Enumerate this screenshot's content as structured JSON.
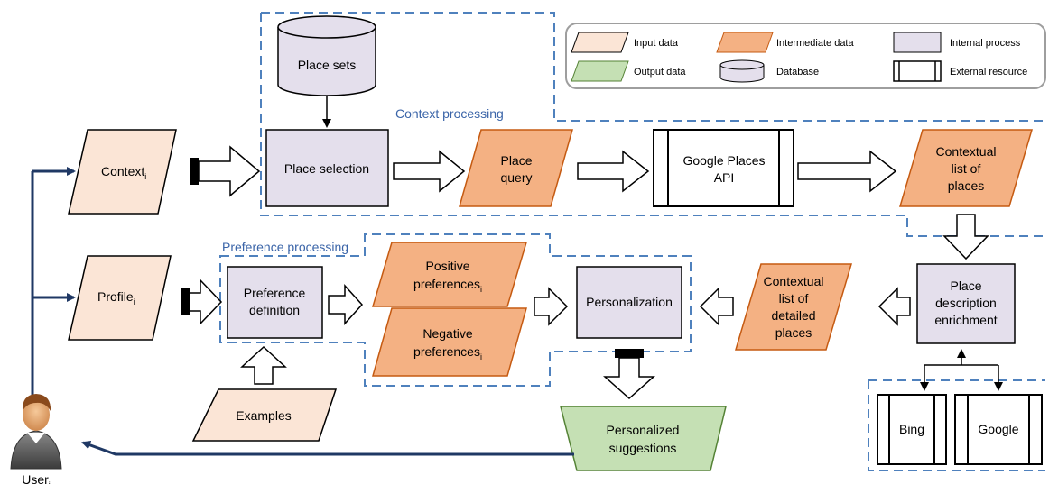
{
  "legend": {
    "input": "Input data",
    "intermediate": "Intermediate data",
    "internal": "Internal process",
    "output": "Output data",
    "database": "Database",
    "external": "External resource"
  },
  "sections": {
    "context": "Context processing",
    "preference": "Preference processing"
  },
  "nodes": {
    "place_sets": "Place sets",
    "place_selection": "Place selection",
    "place_query": [
      "Place",
      "query"
    ],
    "google_places": [
      "Google Places",
      "API"
    ],
    "contextual_list": [
      "Contextual",
      "list of",
      "places"
    ],
    "context": {
      "text": "Context",
      "sub": "i"
    },
    "profile": {
      "text": "Profile",
      "sub": "i"
    },
    "preference_definition": [
      "Preference",
      "definition"
    ],
    "positive": {
      "line1": "Positive",
      "line2": "preferences",
      "sub": "i"
    },
    "negative": {
      "line1": "Negative",
      "line2": "preferences",
      "sub": "i"
    },
    "personalization": "Personalization",
    "detailed_list": [
      "Contextual",
      "list of",
      "detailed",
      "places"
    ],
    "enrichment": [
      "Place",
      "description",
      "enrichment"
    ],
    "examples": "Examples",
    "personalized": [
      "Personalized",
      "suggestions"
    ],
    "bing": "Bing",
    "google": "Google",
    "user": {
      "text": "User",
      "sub": "i"
    }
  },
  "colors": {
    "input_fill": "#fbe5d6",
    "intermediate_fill": "#f4b183",
    "intermediate_stroke": "#c55a11",
    "internal_fill": "#e4dfec",
    "output_fill": "#c5e0b4",
    "output_stroke": "#548235",
    "navy": "#1f3864",
    "dash": "#4f81bd"
  }
}
